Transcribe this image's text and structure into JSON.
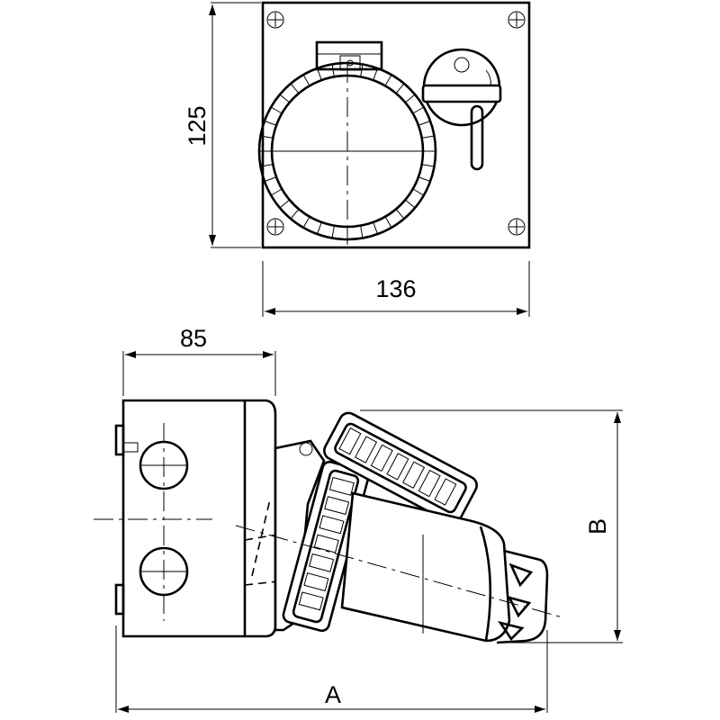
{
  "dimensions": {
    "top_height": "125",
    "top_width": "136",
    "side_depth": "85",
    "total_height": "B",
    "total_length": "A"
  },
  "colors": {
    "line": "#000000",
    "background": "#ffffff"
  }
}
